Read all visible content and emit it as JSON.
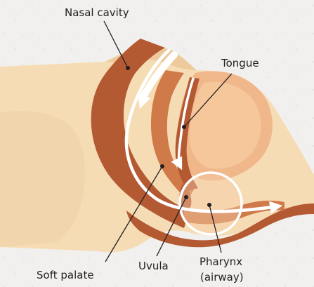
{
  "labels": {
    "nasal_cavity": "Nasal cavity",
    "tongue": "Tongue",
    "soft_palate": "Soft palate",
    "uvula": "Uvula",
    "pharynx_line1": "Pharynx",
    "pharynx_line2": "(airway)"
  },
  "colors": {
    "background": "#f1f0ee",
    "skin_light": "#f6dcb4",
    "skin_shadow": "#eec99a",
    "tissue_dark": "#b45a33",
    "tissue_mid": "#d07a4a",
    "tongue_fill": "#f0b78a",
    "airway_highlight": "#f3c9a6",
    "arrow": "#ffffff",
    "leader_line": "#231f20"
  },
  "icons": {
    "airflow_arrow": "white-curved-arrow",
    "airway_circle": "white-circle-outline"
  }
}
